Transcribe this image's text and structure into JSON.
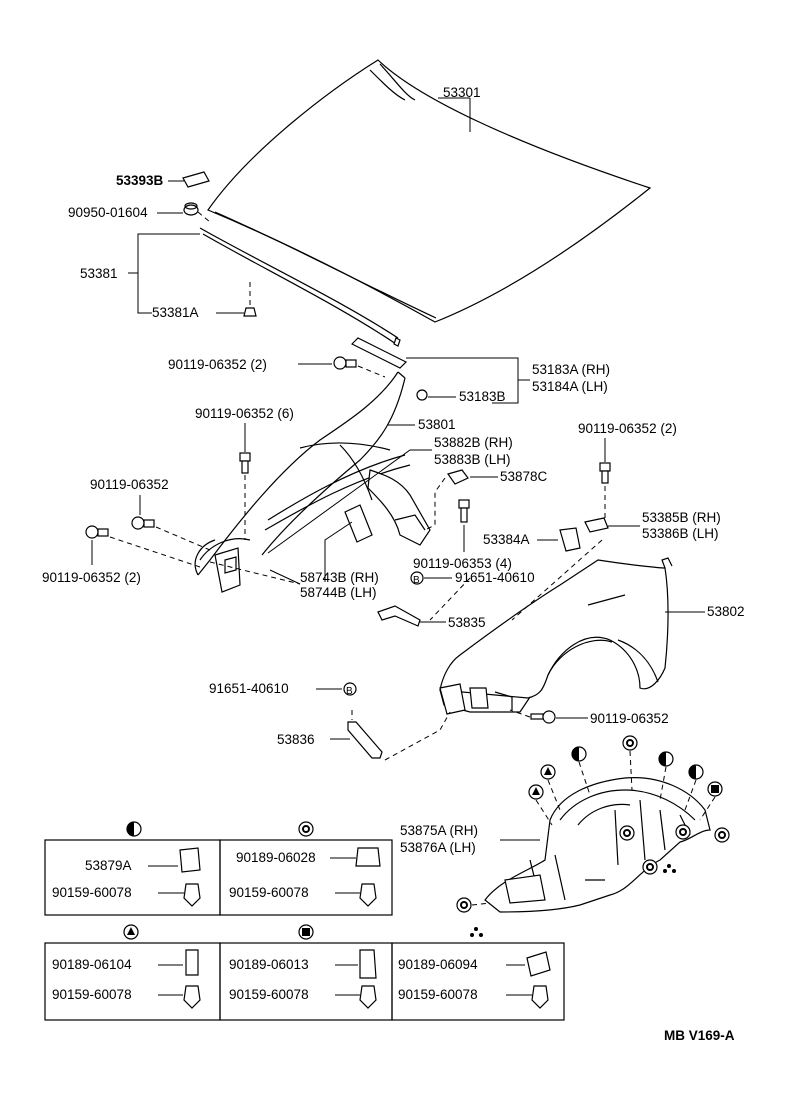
{
  "labels": {
    "hood": "53301",
    "hood_cushion": "53393B",
    "hood_cushion_bolt": "90950-01604",
    "hood_seal": "53381",
    "hood_seal_clip": "53381A",
    "bolt_top": "90119-06352 (2)",
    "stay_rh": "53183A (RH)",
    "stay_lh": "53184A (LH)",
    "hinge_clip": "53183B",
    "apron": "53801",
    "bolt_apron": "90119-06352 (6)",
    "bracket_rh": "53882B (RH)",
    "bracket_lh": "53883B (LH)",
    "bolt_right": "90119-06352 (2)",
    "clip_878c": "53878C",
    "bolt_left": "90119-06352",
    "bolt_left2": "90119-06352 (2)",
    "seal_rh": "58743B (RH)",
    "seal_lh": "58744B (LH)",
    "bolt_4": "90119-06353 (4)",
    "nut_1": "91651-40610",
    "protector": "53384A",
    "guard_rh": "53385B (RH)",
    "guard_lh": "53386B (LH)",
    "fender": "53802",
    "bracket_835": "53835",
    "nut_2": "91651-40610",
    "bolt_fender": "90119-06352",
    "bracket_836": "53836",
    "liner_rh": "53875A (RH)",
    "liner_lh": "53876A (LH)",
    "ref": "MB V169-A",
    "marker_b": "B"
  },
  "legend": {
    "box1": {
      "part": "53879A",
      "screw": "90159-60078"
    },
    "box2": {
      "part": "90189-06028",
      "screw": "90159-60078"
    },
    "box3": {
      "part": "90189-06104",
      "screw": "90159-60078"
    },
    "box4": {
      "part": "90189-06013",
      "screw": "90159-60078"
    },
    "box5": {
      "part": "90189-06094",
      "screw": "90159-60078"
    }
  }
}
